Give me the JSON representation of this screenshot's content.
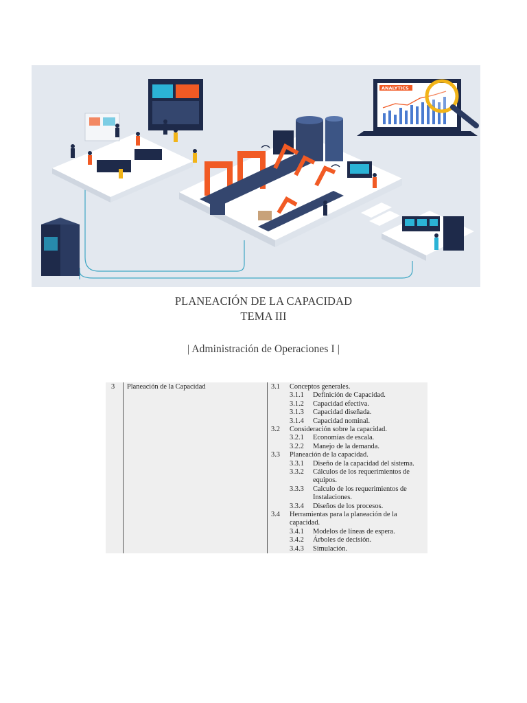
{
  "illustration": {
    "analytics_label": "ANALYTICS",
    "colors": {
      "navy": "#1e2a4a",
      "orange": "#f15a24",
      "cyan": "#2bb3d6",
      "platform": "#ffffff",
      "background": "#e3e8ef",
      "gold": "#f2b418"
    }
  },
  "titles": {
    "line1": "PLANEACIÓN DE LA CAPACIDAD",
    "line2": "TEMA III",
    "course": "| Administración de Operaciones I |"
  },
  "syllabus": {
    "unit_number": "3",
    "unit_title": "Planeación de la Capacidad",
    "items": [
      {
        "num": "3.1",
        "text": "Conceptos generales.",
        "level": 1
      },
      {
        "num": "3.1.1",
        "text": "Definición de Capacidad.",
        "level": 2
      },
      {
        "num": "3.1.2",
        "text": "Capacidad efectiva.",
        "level": 2
      },
      {
        "num": "3.1.3",
        "text": "Capacidad diseñada.",
        "level": 2
      },
      {
        "num": "3.1.4",
        "text": "Capacidad nominal.",
        "level": 2
      },
      {
        "num": "3.2",
        "text": "Consideración sobre la capacidad.",
        "level": 1
      },
      {
        "num": "3.2.1",
        "text": "Economías de escala.",
        "level": 2
      },
      {
        "num": "3.2.2",
        "text": "Manejo de la demanda.",
        "level": 2
      },
      {
        "num": "3.3",
        "text": "Planeación de la capacidad.",
        "level": 1
      },
      {
        "num": "3.3.1",
        "text": "Diseño de la capacidad del sistema.",
        "level": 2
      },
      {
        "num": "3.3.2",
        "text": "Cálculos de los requerimientos de",
        "level": 2
      },
      {
        "num": "",
        "text": "equipos.",
        "level": 2
      },
      {
        "num": "3.3.3",
        "text": "Calculo de los requerimientos de",
        "level": 2
      },
      {
        "num": "",
        "text": "Instalaciones.",
        "level": 2
      },
      {
        "num": "3.3.4",
        "text": "Diseños de los procesos.",
        "level": 2
      },
      {
        "num": "3.4",
        "text": "Herramientas para la planeación de la",
        "level": 1
      },
      {
        "num": "",
        "text": "capacidad.",
        "level": 1
      },
      {
        "num": "3.4.1",
        "text": "Modelos de líneas de espera.",
        "level": 2
      },
      {
        "num": "3.4.2",
        "text": "Árboles de decisión.",
        "level": 2
      },
      {
        "num": "3.4.3",
        "text": "Simulación.",
        "level": 2
      }
    ]
  }
}
